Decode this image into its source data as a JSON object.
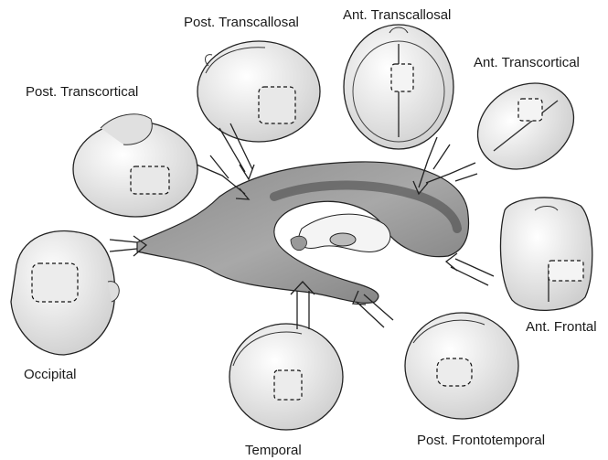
{
  "labels": {
    "post_transcallosal": "Post. Transcallosal",
    "ant_transcallosal": "Ant. Transcallosal",
    "post_transcortical": "Post. Transcortical",
    "ant_transcortical": "Ant. Transcortical",
    "occipital": "Occipital",
    "ant_frontal": "Ant. Frontal",
    "temporal": "Temporal",
    "post_frontotemporal": "Post. Frontotemporal"
  },
  "colors": {
    "ink": "#1a1a1a",
    "ventricle_light": "#9a9a9a",
    "ventricle_dark": "#555555",
    "skin": "#f2f2f2",
    "shade": "#cfcfcf"
  }
}
